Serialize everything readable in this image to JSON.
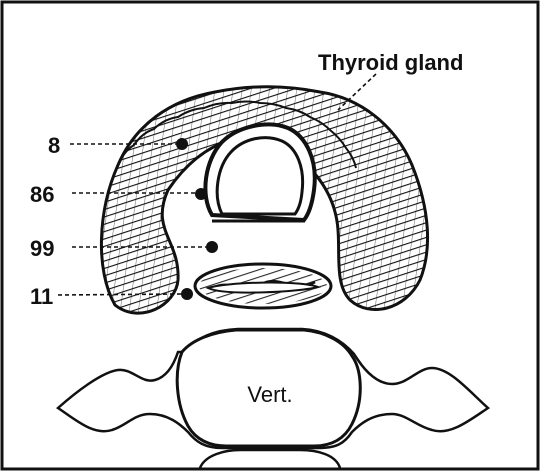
{
  "labels": {
    "gland": "Thyroid gland",
    "vertebra": "Vert.",
    "markers": [
      "8",
      "86",
      "99",
      "11"
    ]
  },
  "colors": {
    "ink": "#111111",
    "background": "#ffffff"
  }
}
